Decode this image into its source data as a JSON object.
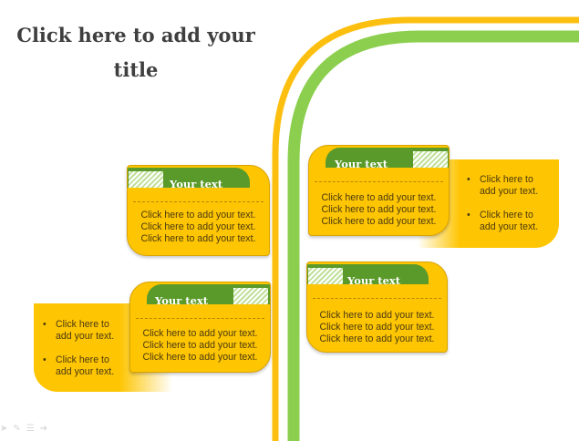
{
  "title": {
    "line1": "Click here to add your",
    "line2": "title"
  },
  "boxes": [
    {
      "header": "Your text",
      "body": [
        "Click here to add your text.",
        "Click here to add your text.",
        "Click here to add your text."
      ]
    },
    {
      "header": "Your text",
      "body": [
        "Click here to add your text.",
        "Click here to add your text.",
        "Click here to add your text."
      ]
    },
    {
      "header": "Your text",
      "body": [
        "Click here to add your text.",
        "Click here to add your text.",
        "Click here to add your text."
      ]
    },
    {
      "header": "Your text",
      "body": [
        "Click here to add your text.",
        "Click here to add your text.",
        "Click here to add your text."
      ]
    }
  ],
  "bullet_panels": [
    {
      "items": [
        {
          "line1": "Click here to",
          "line2": "add your text."
        },
        {
          "line1": "Click here to",
          "line2": "add your text."
        }
      ]
    },
    {
      "items": [
        {
          "line1": "Click here to",
          "line2": "add your text."
        },
        {
          "line1": "Click here to",
          "line2": "add your text."
        }
      ]
    }
  ],
  "colors": {
    "yellow": "#fec502",
    "green": "#5a9a2a",
    "arc_yellow": "#fdbf0f",
    "arc_green": "#8ccf4e"
  },
  "icons": {
    "toolbar": [
      "pointer-icon",
      "pen-icon",
      "menu-icon",
      "next-icon"
    ]
  }
}
